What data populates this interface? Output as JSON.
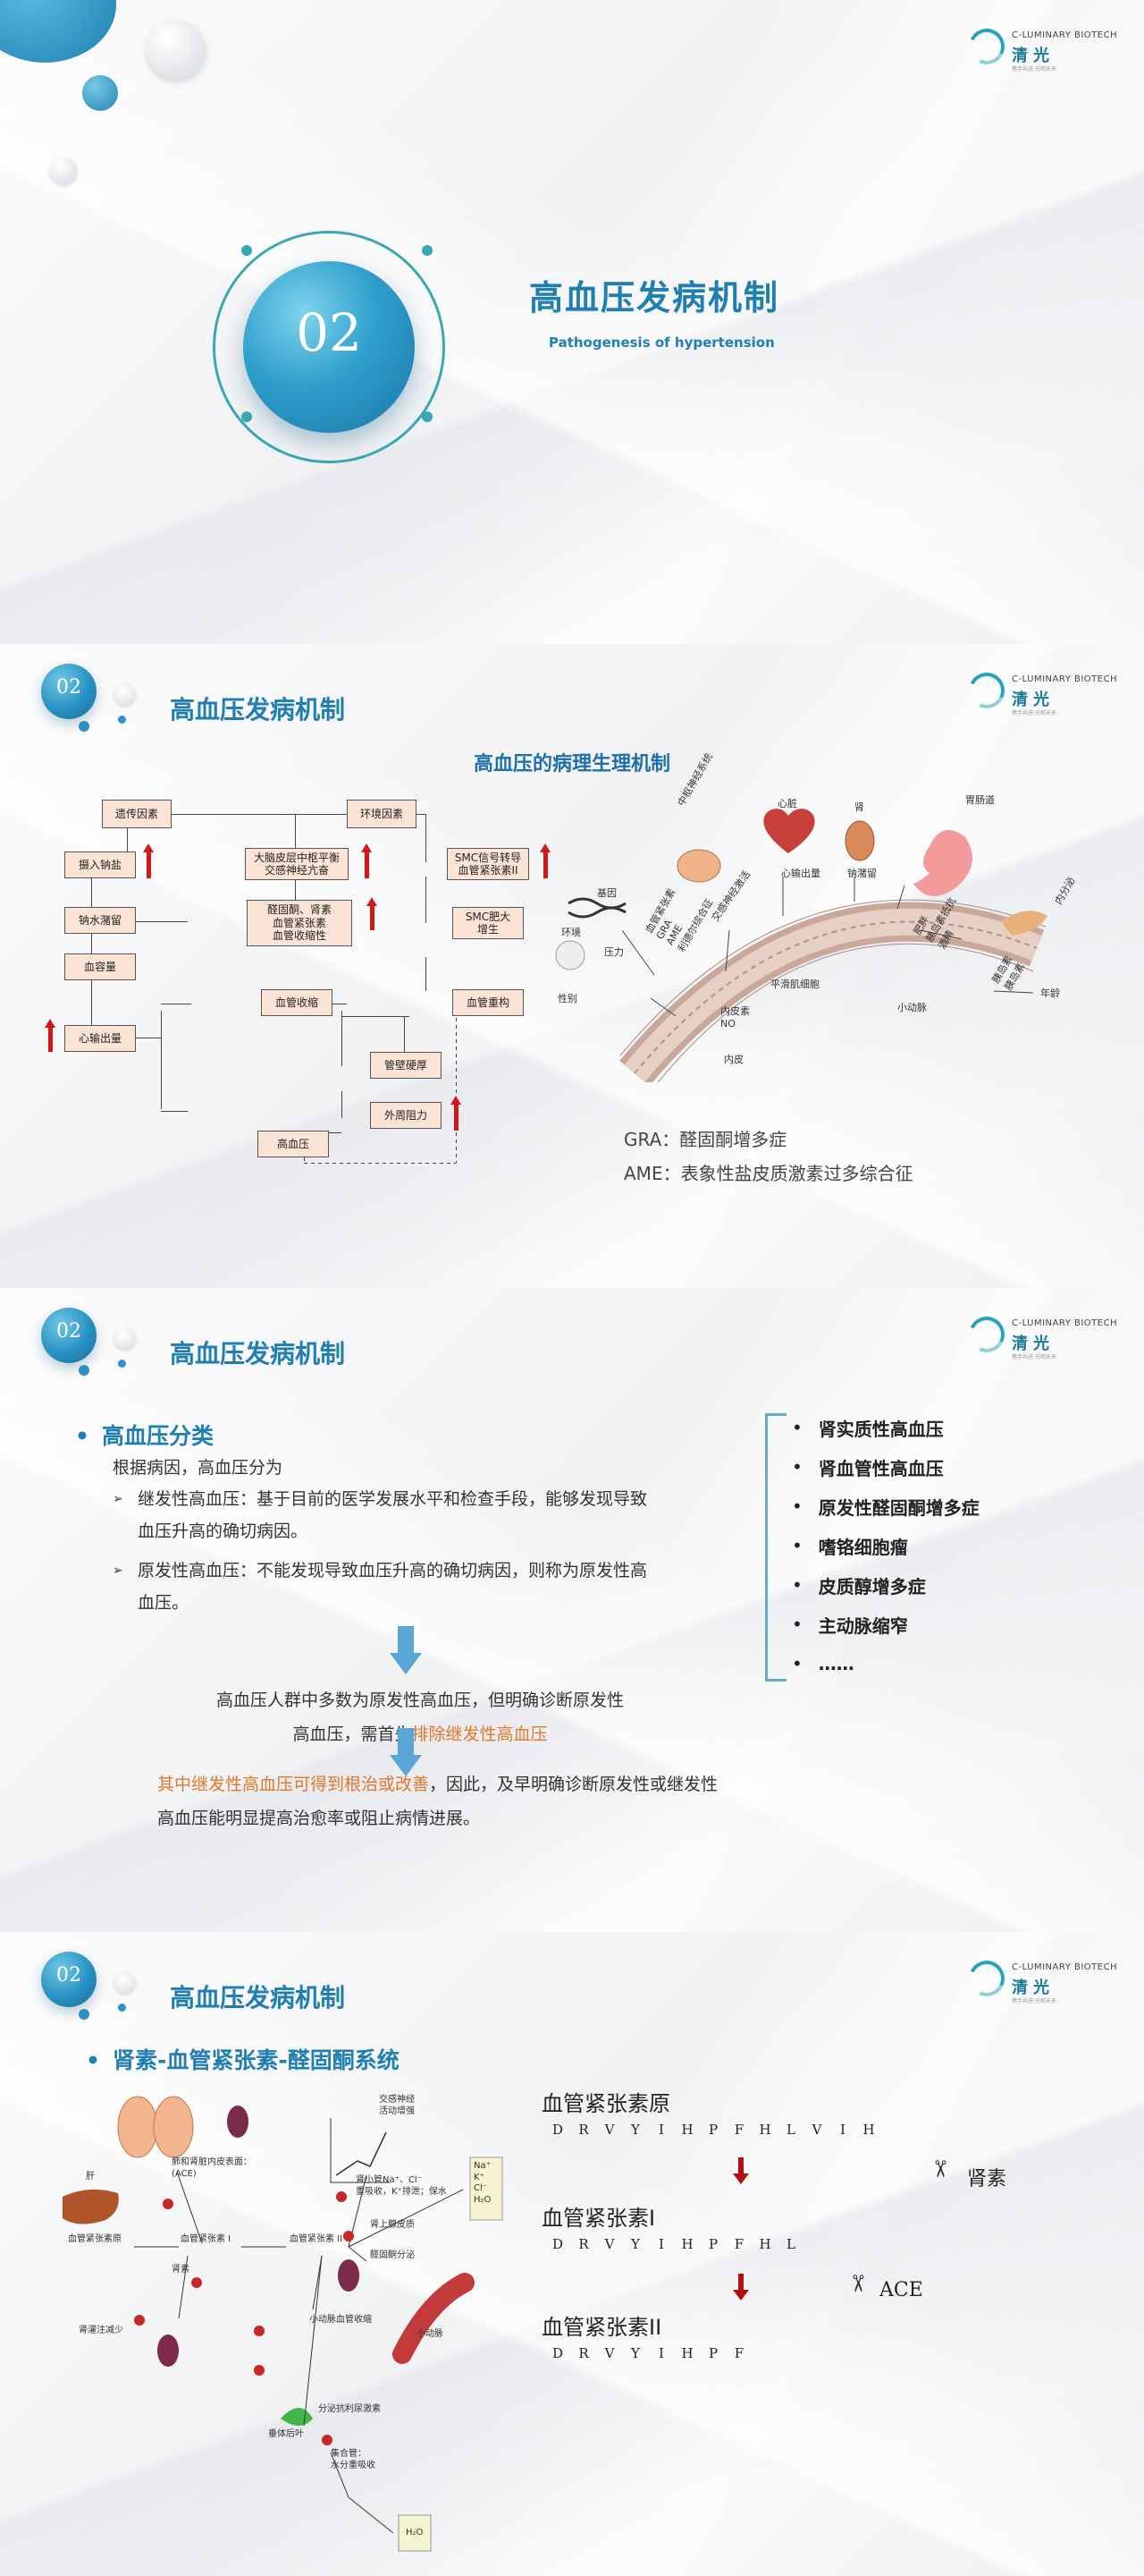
{
  "logo": {
    "en": "C-LUMINARY BIOTECH",
    "cn": "清光",
    "sub": "携手共进 光明未来"
  },
  "section_number": "02",
  "slide1": {
    "title": "高血压发病机制",
    "subtitle": "Pathogenesis of hypertension"
  },
  "slide2": {
    "header": "高血压发病机制",
    "subtitle": "高血压的病理生理机制",
    "flow": {
      "genetic": "遗传因素",
      "environment": "环境因素",
      "salt": "摄入钠盐",
      "cns": "大脑皮层中枢平衡\n交感神经亢奋",
      "smc_signal": "SMC信号转导\n血管紧张素II",
      "retention": "钠水潴留",
      "raas": "醛固酮、肾素\n血管紧张素\n血管收缩性",
      "smc_growth": "SMC肥大\n增生",
      "volume": "血容量",
      "vasoconstriction": "血管收缩",
      "remodel": "血管重构",
      "output": "心输出量",
      "stiffness": "管壁硬厚",
      "resistance": "外周阻力",
      "bp": "高血压"
    },
    "vessel_labels": {
      "env": "环境",
      "gene": "基因",
      "heart": "心脏",
      "cns": "中枢神经系统",
      "kidney": "肾",
      "gut": "胃肠道",
      "hormones": "血管紧张素\nGRA\nAME\n利德尔综合征",
      "sympathetic": "交感神经激活",
      "co": "心输出量",
      "na": "钠潴留",
      "obesity": "肥胖\n胰岛素抵抗\n酒精",
      "pancreas": "内分泌",
      "age": "年龄",
      "insulin": "胰岛素\n胰岛素",
      "pressure": "压力",
      "sex": "性别",
      "endothelin": "内皮素\nNO",
      "smc": "平滑肌细胞",
      "endothelium": "内皮",
      "arteriole": "小动脉"
    },
    "gra": "GRA：醛固酮增多症",
    "ame": "AME：表象性盐皮质激素过多综合征"
  },
  "slide3": {
    "header": "高血压发病机制",
    "bullet": "高血压分类",
    "intro": "根据病因，高血压分为",
    "item1": "继发性高血压：基于目前的医学发展水平和检查手段，能够发现导致血压升高的确切病因。",
    "item2": "原发性高血压：不能发现导致血压升高的确切病因，则称为原发性高血压。",
    "para1_a": "高血压人群中多数为原发性高血压，但明确诊断原发性",
    "para1_b": "高血压，需首先",
    "para1_hl": "排除继发性高血压",
    "para2_hl": "其中继发性高血压可得到根治或改善",
    "para2_rest": "，因此，及早明确诊断原发性或继发性高血压能明显提高治愈率或阻止病情进展。",
    "list": [
      "肾实质性高血压",
      "肾血管性高血压",
      "原发性醛固酮增多症",
      "嗜铬细胞瘤",
      "皮质醇增多症",
      "主动脉缩窄",
      "……"
    ]
  },
  "slide4": {
    "header": "高血压发病机制",
    "bullet": "肾素-血管紧张素-醛固酮系统",
    "raas_labels": {
      "liver": "肝",
      "lung": "肺和肾脏内皮表面：\n(ACE)",
      "sympathetic": "交感神经\n活动增强",
      "ions": "Na⁺\nK⁺\nCl⁻\nH₂O",
      "renal": "肾小管Na⁺、Cl⁻\n重吸收，K⁺排泄；保水",
      "agt": "血管紧张素原",
      "ang1": "血管紧张素 I",
      "ang2": "血管紧张素 II",
      "renin": "肾素",
      "adrenal": "肾上腺皮质",
      "aldo": "醛固酮分泌",
      "artery": "小动脉",
      "vaso": "小动脉血管收缩",
      "decrease": "肾灌注减少",
      "pituitary": "垂体后叶",
      "adh": "分泌抗利尿激素",
      "collect": "集合管：\n水分重吸收",
      "water": "H₂O"
    },
    "pep": {
      "agt_title": "血管紧张素原",
      "ang1_title": "血管紧张素I",
      "ang2_title": "血管紧张素II",
      "renin": "肾素",
      "ace": "ACE",
      "chain_agt": [
        "D",
        "R",
        "V",
        "Y",
        "I",
        "H",
        "P",
        "F",
        "H",
        "L",
        "V",
        "I",
        "H"
      ],
      "chain_ang1": [
        "D",
        "R",
        "V",
        "Y",
        "I",
        "H",
        "P",
        "F",
        "H",
        "L"
      ],
      "chain_ang2": [
        "D",
        "R",
        "V",
        "Y",
        "I",
        "H",
        "P",
        "F"
      ],
      "colors_agt": [
        "g",
        "r",
        "g",
        "b",
        "g",
        "b",
        "p",
        "b",
        "g",
        "b",
        "r",
        "g",
        "b"
      ]
    }
  }
}
